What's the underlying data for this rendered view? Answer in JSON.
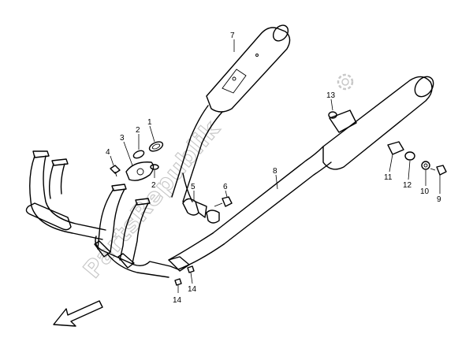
{
  "watermark": {
    "text": "PartsRepublik",
    "gear_icon": "gear-icon"
  },
  "callouts": [
    {
      "id": "c7",
      "label": "7"
    },
    {
      "id": "c13",
      "label": "13"
    },
    {
      "id": "c1",
      "label": "1"
    },
    {
      "id": "c2a",
      "label": "2"
    },
    {
      "id": "c3",
      "label": "3"
    },
    {
      "id": "c4",
      "label": "4"
    },
    {
      "id": "c2b",
      "label": "2"
    },
    {
      "id": "c5",
      "label": "5"
    },
    {
      "id": "c6",
      "label": "6"
    },
    {
      "id": "c8",
      "label": "8"
    },
    {
      "id": "c11",
      "label": "11"
    },
    {
      "id": "c12",
      "label": "12"
    },
    {
      "id": "c10",
      "label": "10"
    },
    {
      "id": "c9",
      "label": "9"
    },
    {
      "id": "c14a",
      "label": "14"
    },
    {
      "id": "c14b",
      "label": "14"
    }
  ],
  "direction_arrow_icon": "arrow-front-icon"
}
